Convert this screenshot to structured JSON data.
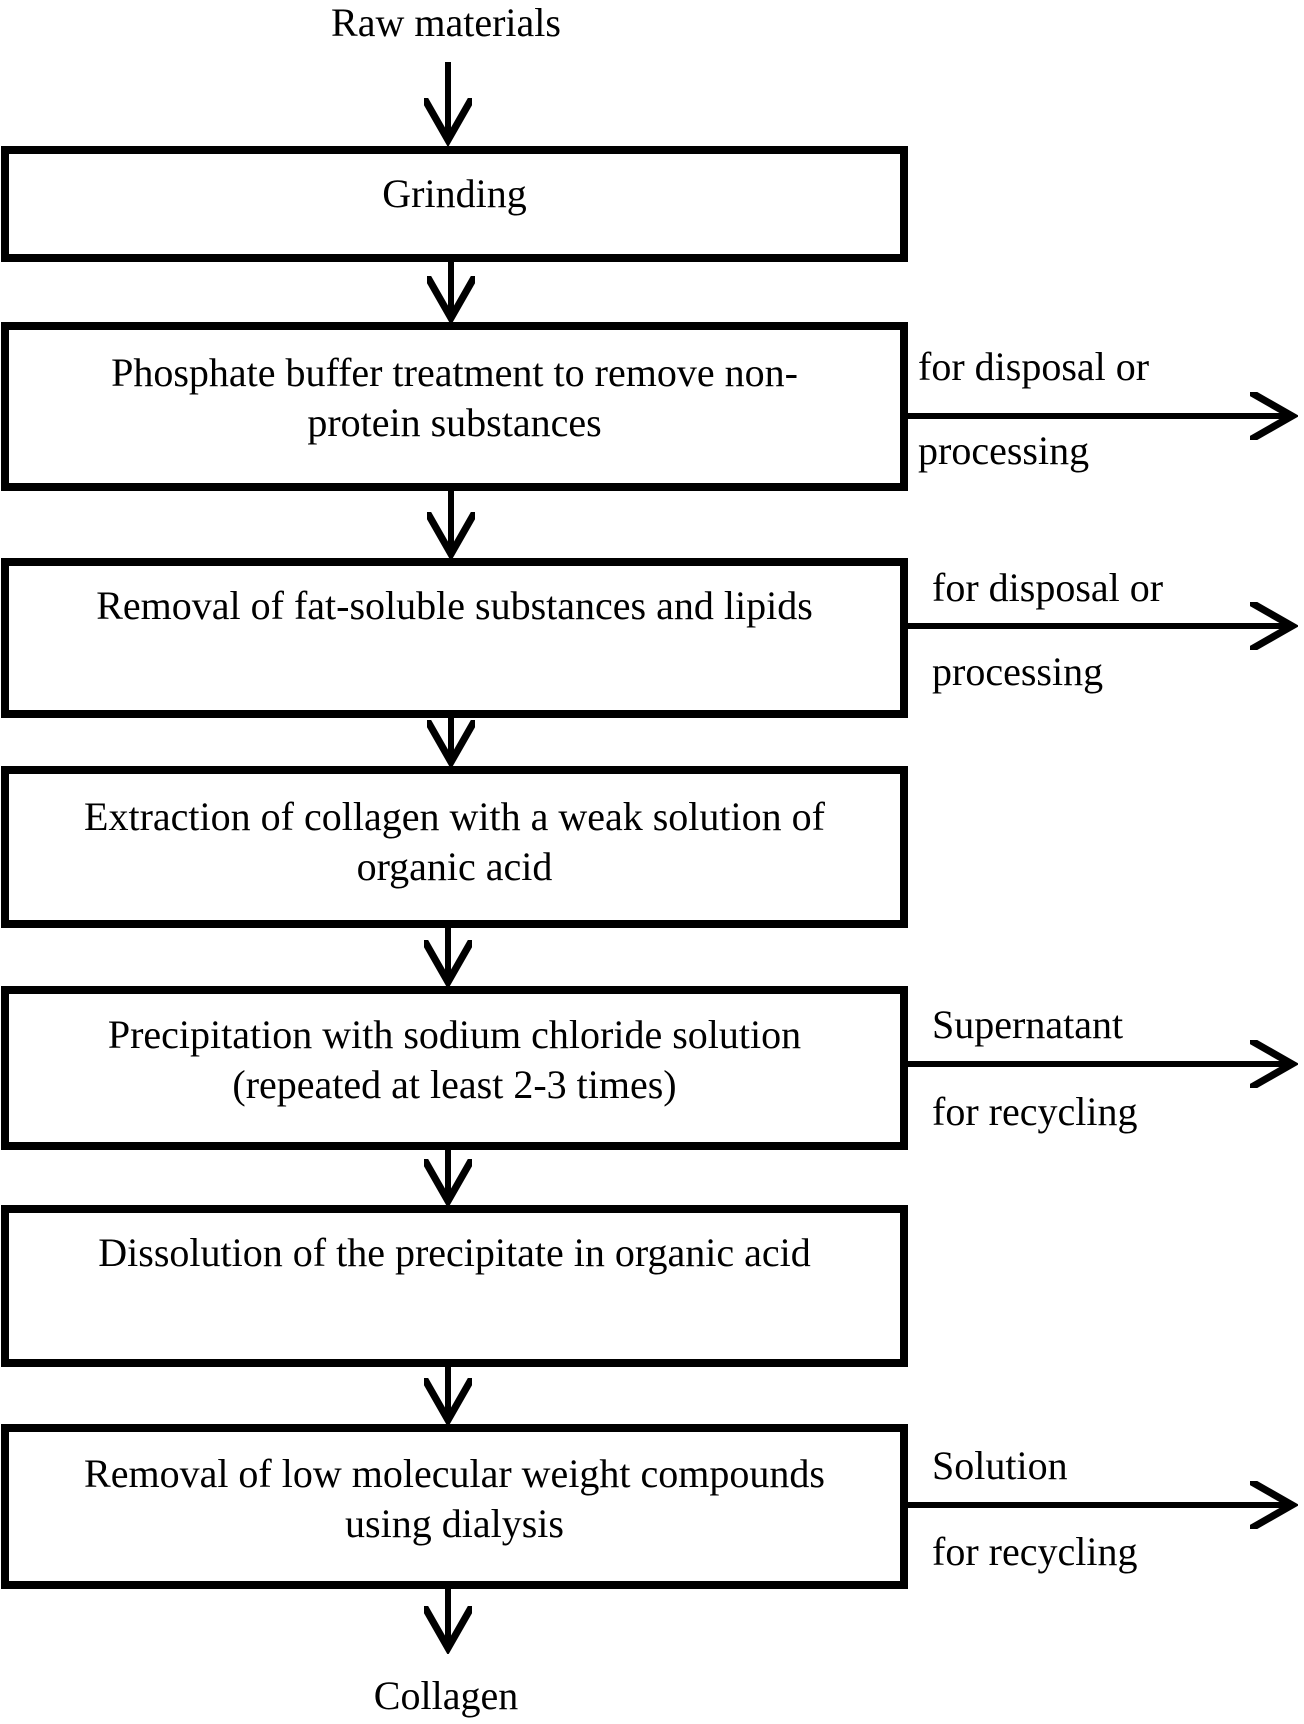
{
  "diagram": {
    "start_label": "Raw materials",
    "end_label": "Collagen",
    "steps": [
      {
        "line1": "Grinding",
        "line2": ""
      },
      {
        "line1": "Phosphate buffer treatment to remove non-",
        "line2": "protein substances"
      },
      {
        "line1": "Removal of fat-soluble substances and lipids",
        "line2": ""
      },
      {
        "line1": "Extraction of collagen with a weak solution of",
        "line2": "organic acid"
      },
      {
        "line1": "Precipitation with sodium chloride solution",
        "line2": "(repeated at least 2-3 times)"
      },
      {
        "line1": "Dissolution of the precipitate in organic acid",
        "line2": ""
      },
      {
        "line1": "Removal of low molecular weight compounds",
        "line2": "using dialysis"
      }
    ],
    "outputs": [
      {
        "above": "for disposal or",
        "below": "processing"
      },
      {
        "above": "for disposal or",
        "below": "processing"
      },
      {
        "above": "Supernatant",
        "below": "for recycling"
      },
      {
        "above": "Solution",
        "below": "for recycling"
      }
    ]
  }
}
